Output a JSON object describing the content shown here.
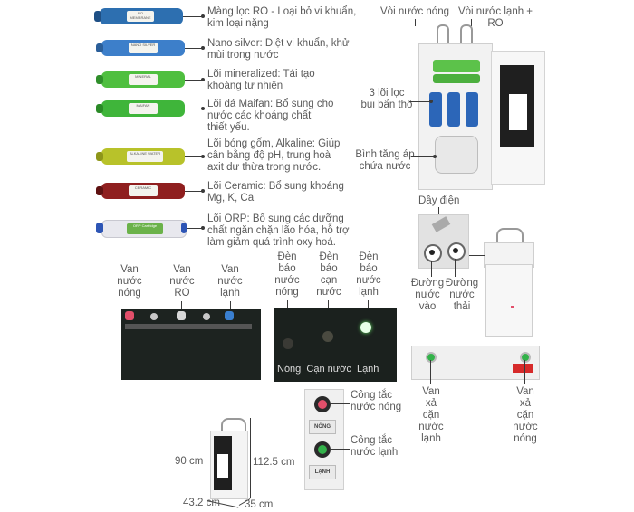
{
  "filters": [
    {
      "label": "Màng lọc RO - Loại bỏ vi khuẩn,\nkim loại nặng",
      "color": "#2d6fb0",
      "sticker": "RO MEMBRANE"
    },
    {
      "label": "Nano silver: Diệt vi khuẩn, khử\nmùi trong nước",
      "color": "#3d7fca",
      "sticker": "NANO SILVER"
    },
    {
      "label": "Lõi mineralized: Tái tạo\nkhoáng tự nhiên",
      "color": "#4fbf3f",
      "sticker": "MINERAL"
    },
    {
      "label": "Lõi đá Maifan: Bổ sung cho\nnước các khoáng chất\nthiết yếu.",
      "color": "#3fb53a",
      "sticker": "MAIFAN"
    },
    {
      "label": "Lõi bóng gốm, Alkaline: Giúp\ncân bằng độ pH, trung hoà\naxit dư thừa trong nước.",
      "color": "#b8c22a",
      "sticker": "ALKALINE WATER"
    },
    {
      "label": "Lõi Ceramic: Bổ sung khoáng\nMg, K, Ca",
      "color": "#8f1f1f",
      "sticker": "CERAMIC"
    },
    {
      "label": "Lõi ORP: Bổ sung các dưỡng\nchất ngăn chặn lão hóa, hỗ trợ\nlàm giảm quá trình oxy hoá.",
      "color": "#e8e8ee",
      "sticker": "ORP Cartridge"
    }
  ],
  "cabinet": {
    "hot_tap": "Vòi nước nóng",
    "cold_ro_tap": "Vòi nước lạnh + RO",
    "prefilters": "3 lõi lọc\nbụi bẩn thô",
    "tank": "Bình tăng áp\nchứa nước"
  },
  "valves": {
    "hot": "Van\nnước\nnóng",
    "ro": "Van\nnước\nRO",
    "cold": "Van\nnước\nlạnh"
  },
  "lights": {
    "hot": "Đèn\nbáo\nnước\nnóng",
    "low": "Đèn\nbáo\ncạn\nnước",
    "cold": "Đèn\nbáo\nnước\nlạnh",
    "panel_text": "Nóng  Cạn nước  Lạnh"
  },
  "back": {
    "power": "Dây điện",
    "inlet": "Đường\nnước\nvào",
    "outlet": "Đường\nnước\nthải",
    "drain_cold": "Van\nxả\ncặn\nnước\nlạnh",
    "drain_hot": "Van\nxả\ncặn\nnước\nnóng"
  },
  "switches": {
    "hot": "Công tắc\nnước nóng",
    "cold": "Công tắc\nnước lạnh",
    "hot_btn": "NÓNG",
    "cold_btn": "LẠNH"
  },
  "dims": {
    "height_body": "90 cm",
    "height_total": "112.5 cm",
    "width": "43.2 cm",
    "depth": "35 cm"
  },
  "colors": {
    "hot": "#e24f6a",
    "green": "#33b24a",
    "cold_blue": "#3a7fd0"
  }
}
